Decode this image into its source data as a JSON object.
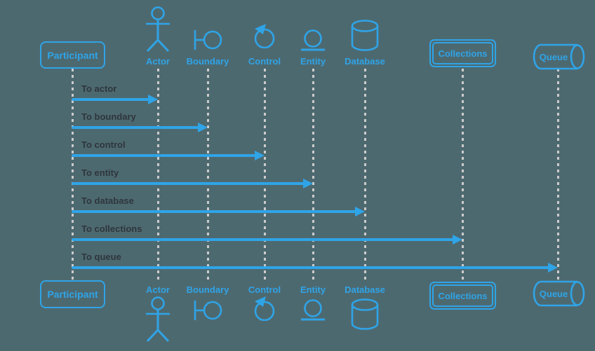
{
  "diagram": {
    "kind": "uml-sequence-diagram",
    "colors": {
      "background": "#4d6970",
      "accent": "#2fa4e7",
      "lifeline": "#cccccc",
      "message_text": "#2e363c"
    }
  },
  "participants": [
    {
      "label": "Participant",
      "type": "participant"
    },
    {
      "label": "Actor",
      "type": "actor"
    },
    {
      "label": "Boundary",
      "type": "boundary"
    },
    {
      "label": "Control",
      "type": "control"
    },
    {
      "label": "Entity",
      "type": "entity"
    },
    {
      "label": "Database",
      "type": "database"
    },
    {
      "label": "Collections",
      "type": "collections"
    },
    {
      "label": "Queue",
      "type": "queue"
    }
  ],
  "messages": [
    {
      "label": "To actor",
      "from": "Participant",
      "to": "Actor"
    },
    {
      "label": "To boundary",
      "from": "Participant",
      "to": "Boundary"
    },
    {
      "label": "To control",
      "from": "Participant",
      "to": "Control"
    },
    {
      "label": "To entity",
      "from": "Participant",
      "to": "Entity"
    },
    {
      "label": "To database",
      "from": "Participant",
      "to": "Database"
    },
    {
      "label": "To collections",
      "from": "Participant",
      "to": "Collections"
    },
    {
      "label": "To queue",
      "from": "Participant",
      "to": "Queue"
    }
  ]
}
